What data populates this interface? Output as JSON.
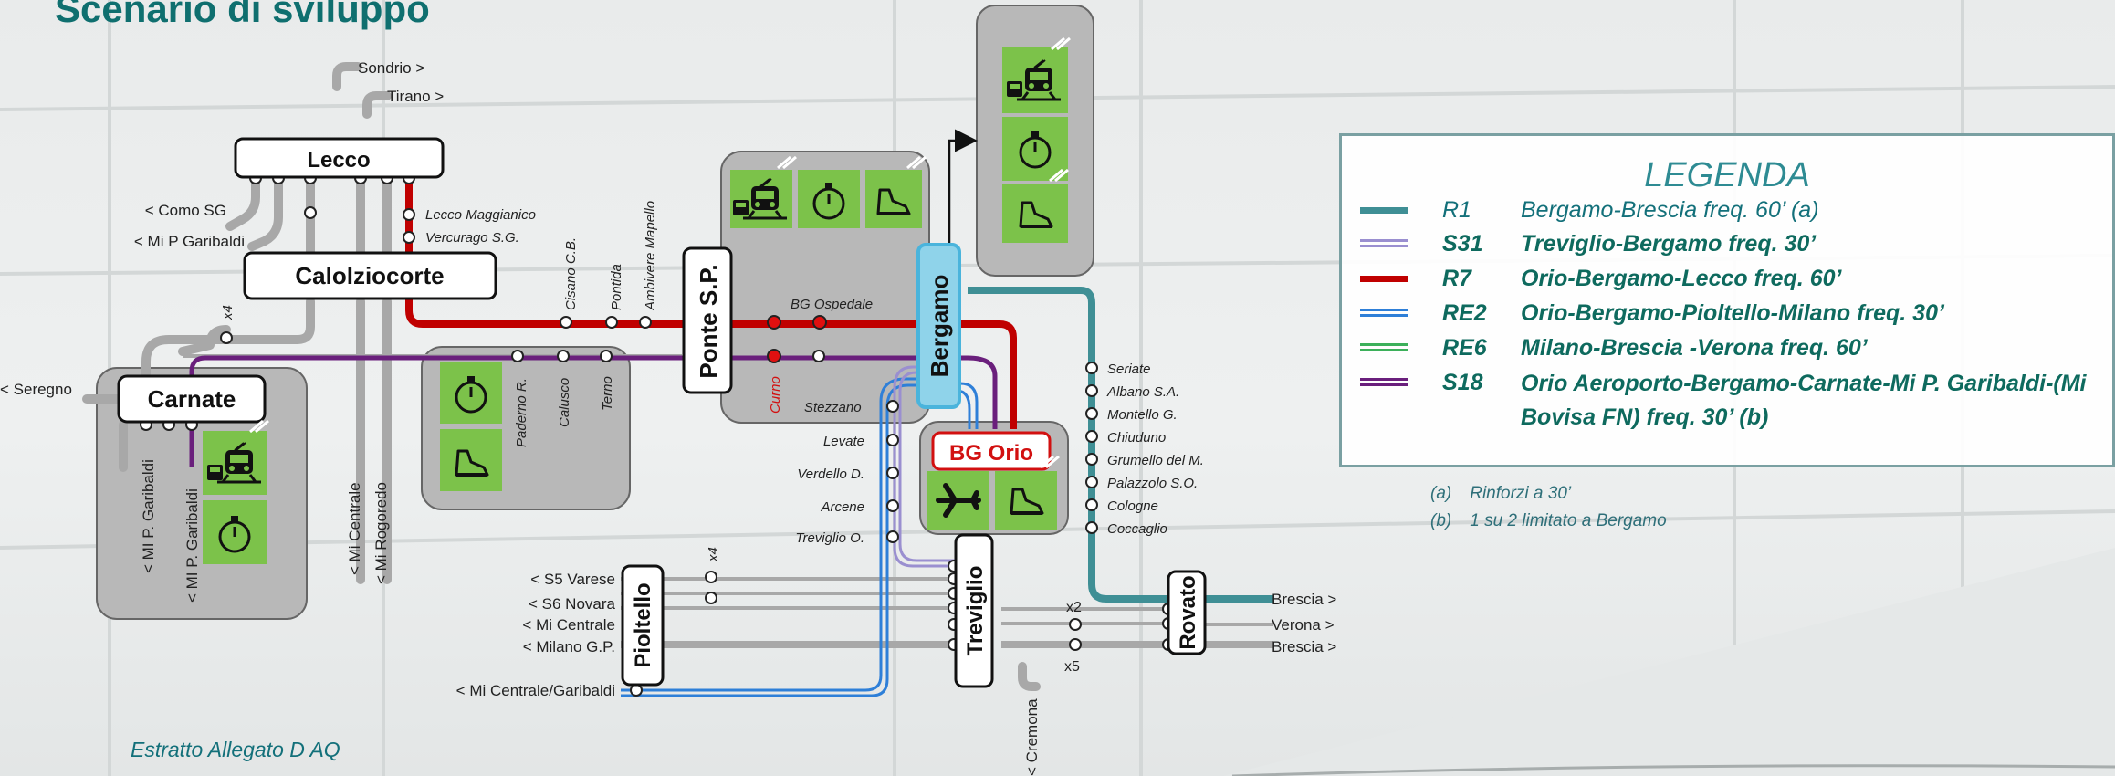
{
  "title": "Scenario di sviluppo",
  "source": "Estratto Allegato D AQ",
  "colors": {
    "R1": "#3f8f95",
    "S31": "#9a8fd0",
    "R7": "#c00000",
    "RE2": "#2e7fd8",
    "RE6": "#3cb05a",
    "S18": "#6a1f7c",
    "grey_line": "#a8a8a8",
    "hub_bg": "#b8b8b8",
    "icon_bg": "#7cc24a",
    "bergamo_box": "#8fd3ea",
    "text_teal": "#13707a"
  },
  "stations": {
    "lecco": "Lecco",
    "calolziocorte": "Calolziocorte",
    "carnate": "Carnate",
    "ponte_sp": "Ponte S.P.",
    "bergamo": "Bergamo",
    "bg_orio": "BG Orio",
    "pioltello": "Pioltello",
    "treviglio": "Treviglio",
    "rovato": "Rovato"
  },
  "stops": {
    "lecco_maggianico": "Lecco Maggianico",
    "vercurago": "Vercurago S.G.",
    "cisano": "Cisano C.B.",
    "pontida": "Pontida",
    "ambivere": "Ambivere Mapello",
    "bg_ospedale": "BG Ospedale",
    "paderno": "Paderno R.",
    "calusco": "Calusco",
    "terno": "Terno",
    "curno": "Curno",
    "stezzano": "Stezzano",
    "levate": "Levate",
    "verdello": "Verdello D.",
    "arcene": "Arcene",
    "treviglio_o": "Treviglio O.",
    "seriate": "Seriate",
    "albano": "Albano S.A.",
    "montello": "Montello G.",
    "chiuduno": "Chiuduno",
    "grumello": "Grumello del M.",
    "palazzolo": "Palazzolo S.O.",
    "cologne": "Cologne",
    "coccaglio": "Coccaglio"
  },
  "directions": {
    "sondrio": "Sondrio >",
    "tirano": "Tirano >",
    "como_sg": "< Como SG",
    "mi_p_garibaldi": "< Mi P Garibaldi",
    "seregno": "< Seregno",
    "mi_p_garibaldi_a": "< MI P. Garibaldi",
    "mi_p_garibaldi_b": "< MI P. Garibaldi",
    "mi_centrale_v": "< Mi Centrale",
    "mi_rogoredo": "< Mi Rogoredo",
    "s5_varese": "< S5 Varese",
    "s6_novara": "< S6 Novara",
    "mi_centrale": "< Mi Centrale",
    "milano_gp": "< Milano G.P.",
    "mi_centrale_garibaldi": "< Mi Centrale/Garibaldi",
    "cremona": "< Cremona",
    "brescia_1": "Brescia >",
    "verona": "Verona >",
    "brescia_2": "Brescia >"
  },
  "freq": {
    "x4_a": "x4",
    "x4_b": "x4",
    "x2": "x2",
    "x5": "x5"
  },
  "legend": {
    "title": "LEGENDA",
    "items": [
      {
        "code": "R1",
        "desc": "Bergamo-Brescia freq. 60’ (a)",
        "color": "#3f8f95",
        "bold": false
      },
      {
        "code": "S31",
        "desc": "Treviglio-Bergamo freq. 30’",
        "color": "#9a8fd0",
        "bold": true
      },
      {
        "code": "R7",
        "desc": "Orio-Bergamo-Lecco freq. 60’",
        "color": "#c00000",
        "bold": true
      },
      {
        "code": "RE2",
        "desc": "Orio-Bergamo-Pioltello-Milano freq. 30’",
        "color": "#2e7fd8",
        "bold": true
      },
      {
        "code": "RE6",
        "desc": "Milano-Brescia -Verona freq. 60’",
        "color": "#3cb05a",
        "bold": true
      },
      {
        "code": "S18",
        "desc": "Orio Aeroporto-Bergamo-Carnate-Mi P. Garibaldi-(Mi Bovisa FN) freq. 30’ (b)",
        "color": "#6a1f7c",
        "bold": true
      }
    ],
    "notes": [
      {
        "label": "(a)",
        "text": "Rinforzi a 30’"
      },
      {
        "label": "(b)",
        "text": "1 su 2 limitato a Bergamo"
      }
    ]
  }
}
